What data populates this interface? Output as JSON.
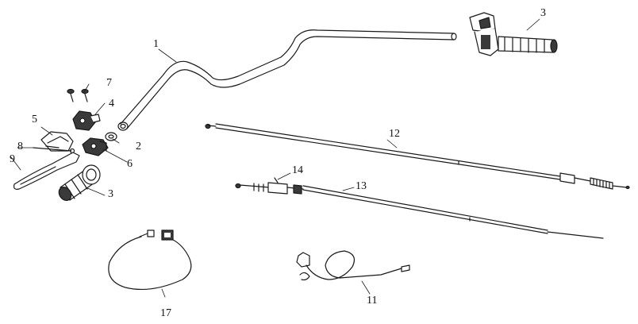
{
  "callouts": [
    {
      "id": "1",
      "text": "1"
    },
    {
      "id": "2",
      "text": "2"
    },
    {
      "id": "3a",
      "text": "3"
    },
    {
      "id": "3b",
      "text": "3"
    },
    {
      "id": "4",
      "text": "4"
    },
    {
      "id": "5",
      "text": "5"
    },
    {
      "id": "6",
      "text": "6"
    },
    {
      "id": "7",
      "text": "7"
    },
    {
      "id": "8",
      "text": "8"
    },
    {
      "id": "9",
      "text": "9"
    },
    {
      "id": "11",
      "text": "11"
    },
    {
      "id": "12",
      "text": "12"
    },
    {
      "id": "13",
      "text": "13"
    },
    {
      "id": "14",
      "text": "14"
    },
    {
      "id": "17",
      "text": "17"
    }
  ],
  "colors": {
    "line": "#1a1a1a",
    "shade": "#3a3a3a",
    "fill": "#ffffff"
  }
}
